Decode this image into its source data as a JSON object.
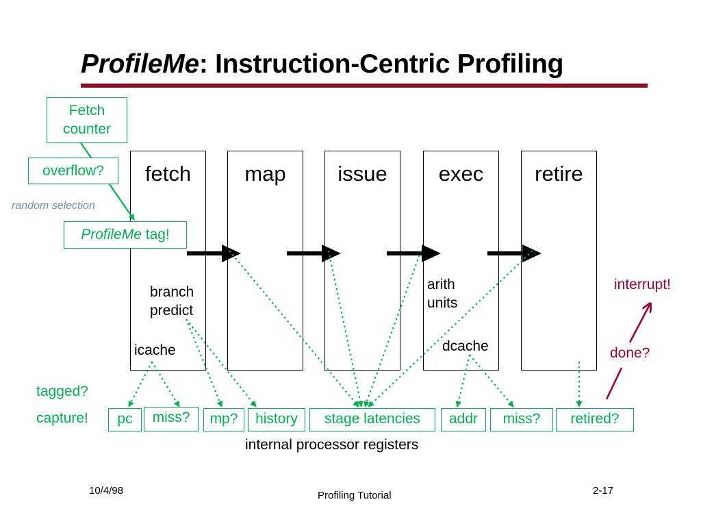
{
  "title": {
    "italic_part": "ProfileMe",
    "rest": ": Instruction-Centric Profiling"
  },
  "colors": {
    "rule": "#8b0f1e",
    "green": "#00b050",
    "dark_red": "#990033",
    "annotation_blue": "#6f8ab7"
  },
  "fetch_counter": {
    "line1": "Fetch",
    "line2": "counter"
  },
  "overflow_label": "overflow?",
  "random_selection_label": "random selection",
  "tag_box": {
    "italic_part": "ProfileMe",
    "rest": " tag!"
  },
  "stages": [
    "fetch",
    "map",
    "issue",
    "exec",
    "retire"
  ],
  "units": {
    "branch_predict": {
      "line1": "branch",
      "line2": "predict"
    },
    "icache": "icache",
    "arith_units": {
      "line1": "arith",
      "line2": "units"
    },
    "dcache": "dcache"
  },
  "interrupt_label": "interrupt!",
  "done_label": "done?",
  "tagged_label": "tagged?",
  "capture_label": "capture!",
  "registers": [
    "pc",
    "miss?",
    "mp?",
    "history",
    "stage latencies",
    "addr",
    "miss?",
    "retired?"
  ],
  "registers_caption": "internal processor registers",
  "footer": {
    "date": "10/4/98",
    "center": "Profiling Tutorial",
    "page": "2-17"
  }
}
